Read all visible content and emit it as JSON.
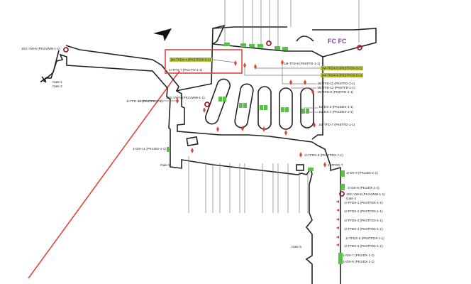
{
  "colors": {
    "wall": "#222222",
    "device_green": "#5bbf4a",
    "device_red": "#d9463a",
    "highlight": "#b7c23a",
    "selection_box": "#e0463c",
    "fc": "#8a3ea0"
  },
  "icons": [
    "compass-arrow-icon",
    "airplane-icon"
  ],
  "fc_label": "FC FC",
  "gates": {
    "gate1": "Gate 1",
    "gate2": "Gate 2",
    "gate4": "Gate 4",
    "gate5": "Gate 5",
    "gate6": "Gate 6"
  },
  "selected": {
    "label": "1M-TFDX-4 (PK3TFDX-5-1)"
  },
  "labels_left": {
    "vw6": "1SC-VW-6 (PK1VWW-1-1)",
    "tfd_pk2": "1I-TFD-? (PK2-FD-1-1)",
    "vw5": "1SC-VW-5 (PK1VWW-1-1)",
    "tfd12": "1I-TFD-12 (PK2TFD-1-1)",
    "dx11": "1I-DX-11 (PK1IDX-1-1)"
  },
  "labels_right": {
    "tfd9": "1M-TFD-9 (PK5TFD-1-1)",
    "tfdx5": "1M-TFDX-5 (PK3TFDX-5-1)",
    "tfdx6": "1M-TFDX-6 (PK3TFDX-5-1)",
    "tfd11": "1M-TFD-11 (PK6TFD-1-1)",
    "tfd12": "1M-TFD-12 (PK6TFD-1-1)",
    "tfd8": "1M-TFD-8 (PK6TFD-1-1)",
    "dx2": "1M-DX-2 (PK1EDX-1-1)",
    "dx1": "1M-DX-1 (PK1EDX-1-1)",
    "tfd7": "1M-TFD-7 (PK6TFD-1-1)"
  },
  "labels_lower": {
    "tfdx8": "1I-TFDX-8 (PK3TFDX-7-1)",
    "tfdx7": "1I-TFDX-7",
    "dx9": "1I-DX-9 (PK1IDX-1-1)",
    "dx8": "1I-DX-8 (PK1IDX-1-1)",
    "vw8": "1SC-VW-8 (PK1VWW-1-1)",
    "tfdx1": "1I-TFDX-1 (PK6TFDX-1-1)",
    "tfdx2": "1I-TFDX-2 (PK6TFDX-1-1)",
    "tfdx3": "1I-TFDX-3 (PK6TFDX-1-1)",
    "tfdx4": "1I-TFDX-4 (PK6TFDX-1-1)",
    "tfdx5": "1I-TFDX-5 (PK6TFDX-1-1)",
    "tfdx6": "1I-TFDX-6 (PK6TFDX-1-1)",
    "dx7": "1I-DX-7 (PK1IDX-1-1)",
    "dx6": "1I-DX-6 (PK1IDX-1-1)"
  }
}
